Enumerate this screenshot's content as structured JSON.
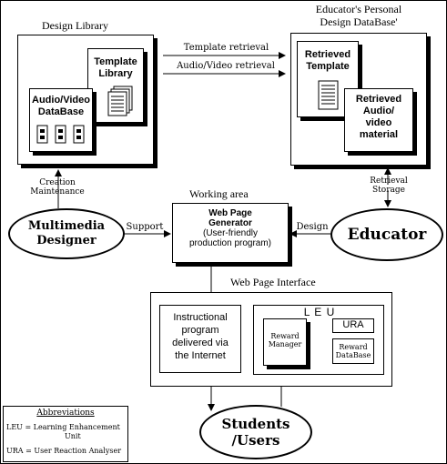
{
  "design_library": {
    "title": "Design Library",
    "template_library": {
      "line1": "Template",
      "line2": "Library"
    },
    "av_database": {
      "line1": "Audio/Video",
      "line2": "DataBase"
    }
  },
  "educator_db": {
    "title_line1": "Educator's Personal",
    "title_line2": "Design DataBase'",
    "retrieved_template": {
      "line1": "Retrieved",
      "line2": "Template"
    },
    "retrieved_av": {
      "line1": "Retrieved",
      "line2": "Audio/",
      "line3": "video",
      "line4": "material"
    }
  },
  "connections": {
    "template_retrieval": "Template retrieval",
    "av_retrieval": "Audio/Video retrieval",
    "creation": "Creation",
    "maintenance": "Maintenance",
    "retrieval": "Retrieval",
    "storage": "Storage",
    "support": "Support",
    "design": "Design"
  },
  "working_area": {
    "title": "Working area",
    "generator": {
      "line1": "Web Page",
      "line2": "Generator",
      "line3": "(User-friendly",
      "line4": "production program)"
    }
  },
  "multimedia_designer": {
    "line1": "Multimedia",
    "line2": "Designer"
  },
  "educator": {
    "label": "Educator"
  },
  "web_interface": {
    "title": "Web Page Interface",
    "instructional": {
      "line1": "Instructional",
      "line2": "program",
      "line3": "delivered via",
      "line4": "the Internet"
    },
    "leu": {
      "title": "L E U",
      "reward_manager": {
        "line1": "Reward",
        "line2": "Manager"
      },
      "ura": "URA",
      "reward_db": {
        "line1": "Reward",
        "line2": "DataBase"
      }
    }
  },
  "students": {
    "line1": "Students",
    "line2": "/Users"
  },
  "abbreviations": {
    "title": "Abbreviations",
    "leu_line1": "LEU = Learning Enhancement",
    "leu_line2": "Unit",
    "ura_line": "URA = User Reaction Analyser"
  }
}
